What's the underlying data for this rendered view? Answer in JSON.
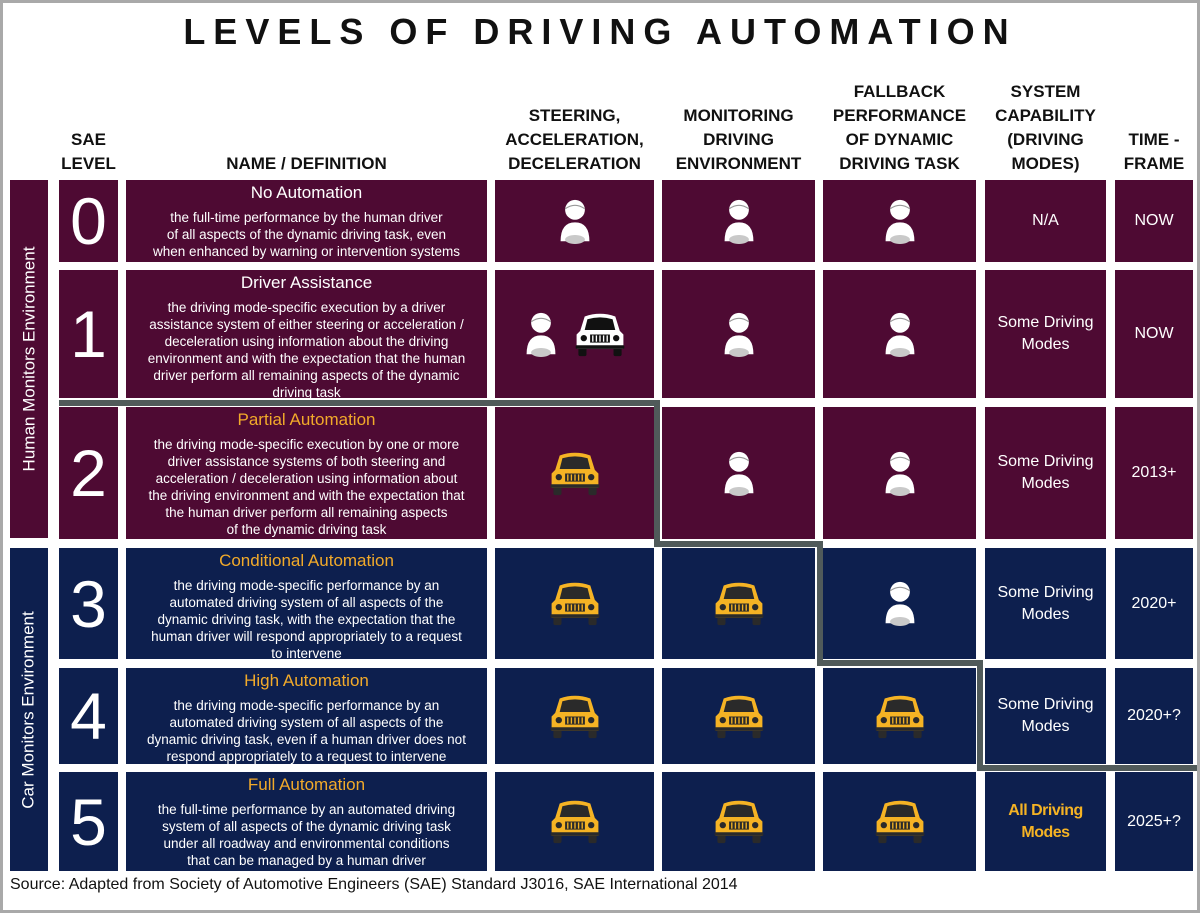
{
  "title": "LEVELS OF DRIVING AUTOMATION",
  "headers": {
    "sae_level": [
      "SAE",
      "LEVEL"
    ],
    "name": [
      "NAME / DEFINITION"
    ],
    "steering": [
      "STEERING,",
      "ACCELERATION,",
      "DECELERATION"
    ],
    "monitoring": [
      "MONITORING",
      "DRIVING",
      "ENVIRONMENT"
    ],
    "fallback": [
      "FALLBACK",
      "PERFORMANCE",
      "OF DYNAMIC",
      "DRIVING TASK"
    ],
    "capability": [
      "SYSTEM",
      "CAPABILITY",
      "(DRIVING",
      "MODES)"
    ],
    "timeframe": [
      "TIME -",
      "FRAME"
    ]
  },
  "bands": {
    "human": "Human Monitors Environment",
    "car": "Car Monitors Environment"
  },
  "legend_icons": {
    "human": "human-driver-icon",
    "car": "car-icon"
  },
  "colors": {
    "human_band": "#4e0a33",
    "car_band": "#0d1f4e",
    "highlight": "#f2aa2a",
    "divider": "#505a5a"
  },
  "levels": [
    {
      "level": "0",
      "name": "No Automation",
      "definition": [
        "the full-time performance by the human driver",
        "of all aspects of the dynamic driving task, even",
        "when enhanced by warning or intervention systems"
      ],
      "steering": [
        "human"
      ],
      "monitoring": [
        "human"
      ],
      "fallback": [
        "human"
      ],
      "capability": [
        "N/A"
      ],
      "timeframe": "NOW"
    },
    {
      "level": "1",
      "name": "Driver Assistance",
      "definition": [
        "the driving mode-specific execution by a driver",
        "assistance system of either steering  or acceleration /",
        "deceleration using information about the driving",
        "environment and with the expectation that the human",
        "driver perform all remaining aspects of the dynamic",
        "driving task"
      ],
      "steering": [
        "human",
        "car-white"
      ],
      "monitoring": [
        "human"
      ],
      "fallback": [
        "human"
      ],
      "capability": [
        "Some Driving",
        "Modes"
      ],
      "timeframe": "NOW"
    },
    {
      "level": "2",
      "name": "Partial Automation",
      "definition": [
        "the driving mode-specific execution by one or more",
        "driver assistance systems of both steering  and",
        "acceleration / deceleration using information about",
        "the driving environment and with the expectation that",
        "the human driver perform all remaining aspects",
        "of the dynamic driving task"
      ],
      "steering": [
        "car"
      ],
      "monitoring": [
        "human"
      ],
      "fallback": [
        "human"
      ],
      "capability": [
        "Some Driving",
        "Modes"
      ],
      "timeframe": "2013+"
    },
    {
      "level": "3",
      "name": "Conditional Automation",
      "definition": [
        "the driving mode-specific performance by an",
        "automated driving system of all aspects of the",
        "dynamic driving task, with the expectation that the",
        "human driver will respond appropriately to a request",
        "to intervene"
      ],
      "steering": [
        "car"
      ],
      "monitoring": [
        "car"
      ],
      "fallback": [
        "human"
      ],
      "capability": [
        "Some Driving",
        "Modes"
      ],
      "timeframe": "2020+"
    },
    {
      "level": "4",
      "name": "High Automation",
      "definition": [
        "the driving mode-specific performance by an",
        "automated driving system of all aspects of the",
        "dynamic driving task, even if a human driver does not",
        "respond appropriately to a request to intervene"
      ],
      "steering": [
        "car"
      ],
      "monitoring": [
        "car"
      ],
      "fallback": [
        "car"
      ],
      "capability": [
        "Some Driving",
        "Modes"
      ],
      "timeframe": "2020+?"
    },
    {
      "level": "5",
      "name": "Full Automation",
      "definition": [
        "the full-time performance by an automated driving",
        "system of all aspects of the dynamic driving task",
        "under all roadway and environmental conditions",
        "that can be managed by a human driver"
      ],
      "steering": [
        "car"
      ],
      "monitoring": [
        "car"
      ],
      "fallback": [
        "car"
      ],
      "capability": [
        "All Driving",
        "Modes"
      ],
      "timeframe": "2025+?"
    }
  ],
  "source": "Source: Adapted from Society of Automotive Engineers (SAE) Standard J3016, SAE International 2014"
}
